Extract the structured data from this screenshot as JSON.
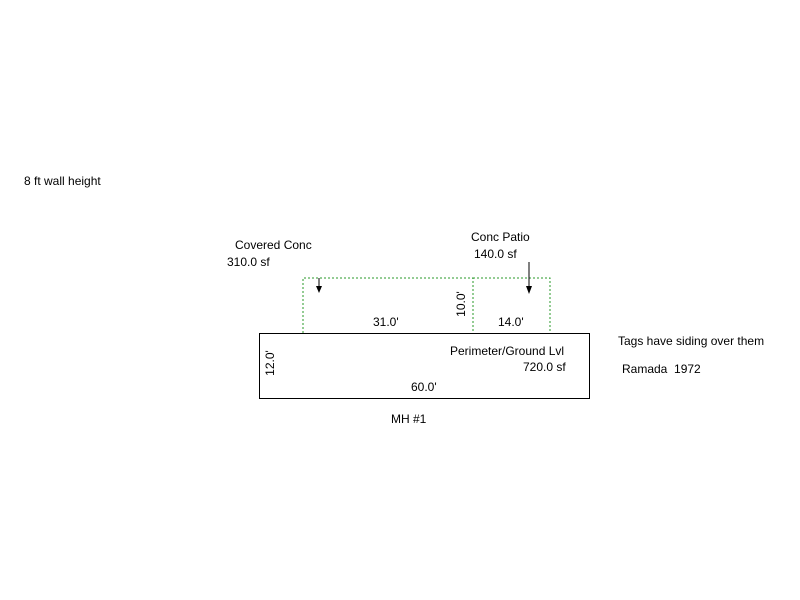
{
  "notes": {
    "wall_height": "8 ft wall height",
    "tags": "Tags have siding over them",
    "ramada": "Ramada  1972"
  },
  "main_structure": {
    "label": "MH #1",
    "area_name": "Perimeter/Ground Lvl",
    "area_value": "720.0 sf",
    "length": "60.0'",
    "width": "12.0'"
  },
  "covered_conc": {
    "name": "Covered Conc",
    "area": "310.0 sf",
    "length": "31.0'"
  },
  "conc_patio": {
    "name": "Conc Patio",
    "area": "140.0 sf",
    "length": "14.0'"
  },
  "shared_depth": "10.0'",
  "colors": {
    "outline": "#000000",
    "dashed_area": "#2a9a2a"
  }
}
